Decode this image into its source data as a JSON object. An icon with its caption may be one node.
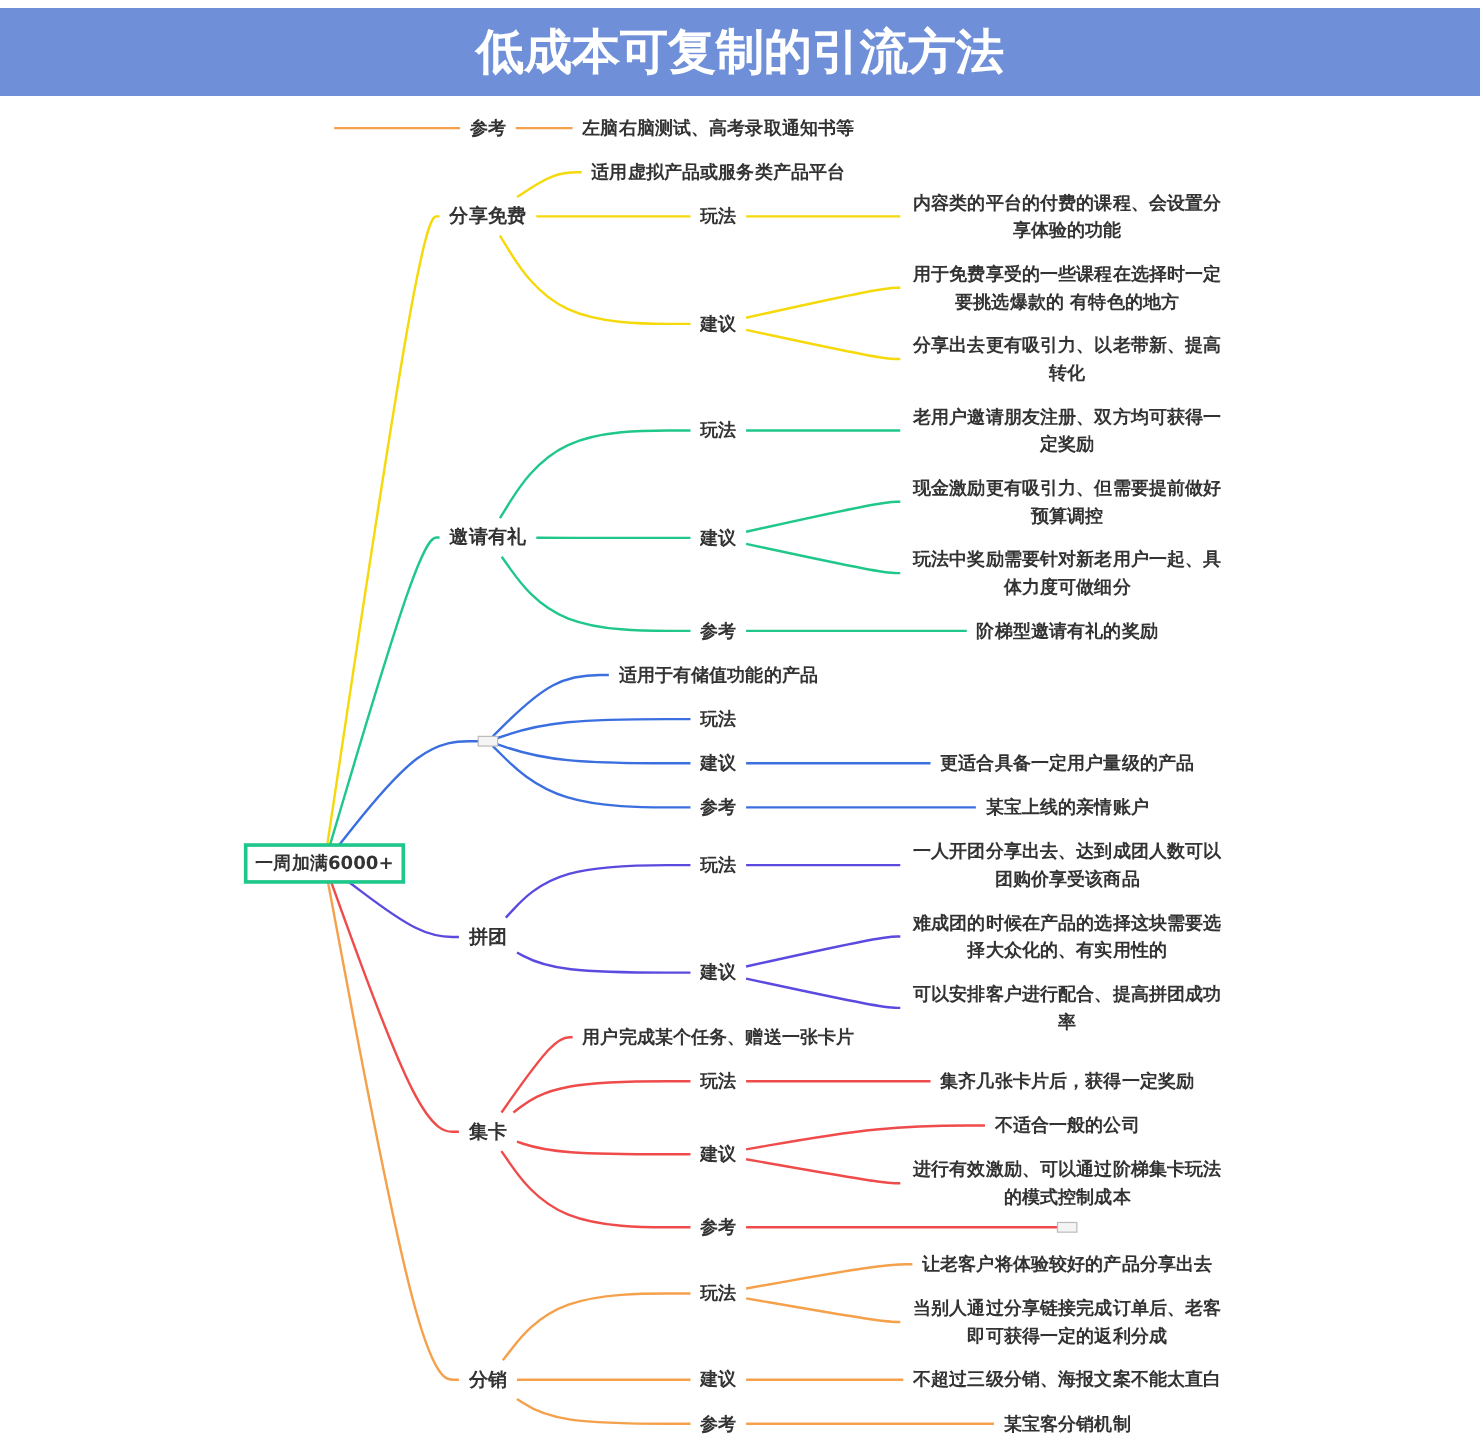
{
  "diagram": {
    "title": "低成本可复制的引流方法",
    "nodes": [
      {
        "text": [
          "一周加满6000+"
        ]
      },
      {
        "text": [
          "参考"
        ]
      },
      {
        "text": [
          "左脑右脑测试、高考录取通知书等"
        ]
      },
      {
        "text": [
          "分享免费"
        ]
      },
      {
        "text": [
          "适用虚拟产品或服务类产品平台"
        ]
      },
      {
        "text": [
          "玩法"
        ]
      },
      {
        "text": [
          "内容类的平台的付费的课程、会设置分享体验的功能"
        ]
      },
      {
        "text": [
          "建议"
        ]
      },
      {
        "text": [
          "用于免费享受的一些课程在选择时一定要挑选爆款的 有特色的地方"
        ]
      },
      {
        "text": [
          "分享出去更有吸引力、以老带新、提高转化"
        ]
      },
      {
        "text": [
          "邀请有礼"
        ]
      },
      {
        "text": [
          "玩法"
        ]
      },
      {
        "text": [
          "老用户邀请朋友注册、双方均可获得一定奖励"
        ]
      },
      {
        "text": [
          "建议"
        ]
      },
      {
        "text": [
          "现金激励更有吸引力、但需要提前做好预算调控"
        ]
      },
      {
        "text": [
          "玩法中奖励需要针对新老用户一起、具体力度可做细分"
        ]
      },
      {
        "text": [
          "参考"
        ]
      },
      {
        "text": [
          "阶梯型邀请有礼的奖励"
        ]
      },
      {
        "text": [],
        "shape": "box"
      },
      {
        "text": [
          "适用于有储值功能的产品"
        ]
      },
      {
        "text": [
          "玩法"
        ]
      },
      {
        "text": [
          "建议"
        ]
      },
      {
        "text": [
          "更适合具备一定用户量级的产品"
        ]
      },
      {
        "text": [
          "参考"
        ]
      },
      {
        "text": [
          "某宝上线的亲情账户"
        ]
      },
      {
        "text": [
          "拼团"
        ]
      },
      {
        "text": [
          "玩法"
        ]
      },
      {
        "text": [
          "一人开团分享出去、达到成团人数可以团购价享受该商品"
        ]
      },
      {
        "text": [
          "建议"
        ]
      },
      {
        "text": [
          "难成团的时候在产品的选择这块需要选择大众化的、有实用性的"
        ]
      },
      {
        "text": [
          "可以安排客户进行配合、提高拼团成功率"
        ]
      },
      {
        "text": [
          "集卡"
        ]
      },
      {
        "text": [
          "用户完成某个任务、赠送一张卡片"
        ]
      },
      {
        "text": [
          "玩法"
        ]
      },
      {
        "text": [
          "集齐几张卡片后，获得一定奖励"
        ]
      },
      {
        "text": [
          "建议"
        ]
      },
      {
        "text": [
          "不适合一般的公司"
        ]
      },
      {
        "text": [
          "进行有效激励、可以通过阶梯集卡玩法的模式控制成本"
        ]
      },
      {
        "text": [
          "参考"
        ]
      },
      {
        "text": [],
        "shape": "box"
      },
      {
        "text": [
          "分销"
        ]
      },
      {
        "text": [
          "玩法"
        ]
      },
      {
        "text": [
          "让老客户将体验较好的产品分享出去"
        ]
      },
      {
        "text": [
          "当别人通过分享链接完成订单后、老客即可获得一定的返利分成"
        ]
      },
      {
        "text": [
          "建议"
        ]
      },
      {
        "text": [
          "不超过三级分销、海报文案不能太直白"
        ]
      },
      {
        "text": [
          "参考"
        ]
      },
      {
        "text": [
          "某宝客分销机制"
        ]
      }
    ],
    "edges": [
      {
        "from": null,
        "to": 1,
        "arrow": "none",
        "color": "#f5a04b"
      },
      {
        "from": 1,
        "to": 2,
        "arrow": "none",
        "color": "#f5a04b"
      },
      {
        "from": 0,
        "to": 3,
        "arrow": "none",
        "color": "#f5d90a"
      },
      {
        "from": 3,
        "to": 4,
        "arrow": "none",
        "color": "#f5d90a"
      },
      {
        "from": 3,
        "to": 5,
        "arrow": "none",
        "color": "#f5d90a"
      },
      {
        "from": 5,
        "to": 6,
        "arrow": "none",
        "color": "#f5d90a"
      },
      {
        "from": 3,
        "to": 7,
        "arrow": "none",
        "color": "#f5d90a"
      },
      {
        "from": 7,
        "to": 8,
        "arrow": "none",
        "color": "#f5d90a"
      },
      {
        "from": 7,
        "to": 9,
        "arrow": "none",
        "color": "#f5d90a"
      },
      {
        "from": 0,
        "to": 10,
        "arrow": "none",
        "color": "#1fc78a"
      },
      {
        "from": 10,
        "to": 11,
        "arrow": "none",
        "color": "#1fc78a"
      },
      {
        "from": 11,
        "to": 12,
        "arrow": "none",
        "color": "#1fc78a"
      },
      {
        "from": 10,
        "to": 13,
        "arrow": "none",
        "color": "#1fc78a"
      },
      {
        "from": 13,
        "to": 14,
        "arrow": "none",
        "color": "#1fc78a"
      },
      {
        "from": 13,
        "to": 15,
        "arrow": "none",
        "color": "#1fc78a"
      },
      {
        "from": 10,
        "to": 16,
        "arrow": "none",
        "color": "#1fc78a"
      },
      {
        "from": 16,
        "to": 17,
        "arrow": "none",
        "color": "#1fc78a"
      },
      {
        "from": 0,
        "to": 18,
        "arrow": "none",
        "color": "#3b6fe0"
      },
      {
        "from": 18,
        "to": 19,
        "arrow": "none",
        "color": "#3b6fe0"
      },
      {
        "from": 18,
        "to": 20,
        "arrow": "none",
        "color": "#3b6fe0"
      },
      {
        "from": 18,
        "to": 21,
        "arrow": "none",
        "color": "#3b6fe0"
      },
      {
        "from": 21,
        "to": 22,
        "arrow": "none",
        "color": "#3b6fe0"
      },
      {
        "from": 18,
        "to": 23,
        "arrow": "none",
        "color": "#3b6fe0"
      },
      {
        "from": 23,
        "to": 24,
        "arrow": "none",
        "color": "#3b6fe0"
      },
      {
        "from": 0,
        "to": 25,
        "arrow": "none",
        "color": "#5b4ae0"
      },
      {
        "from": 25,
        "to": 26,
        "arrow": "none",
        "color": "#5b4ae0"
      },
      {
        "from": 26,
        "to": 27,
        "arrow": "none",
        "color": "#5b4ae0"
      },
      {
        "from": 25,
        "to": 28,
        "arrow": "none",
        "color": "#5b4ae0"
      },
      {
        "from": 28,
        "to": 29,
        "arrow": "none",
        "color": "#5b4ae0"
      },
      {
        "from": 28,
        "to": 30,
        "arrow": "none",
        "color": "#5b4ae0"
      },
      {
        "from": 0,
        "to": 31,
        "arrow": "none",
        "color": "#f04b4b"
      },
      {
        "from": 31,
        "to": 32,
        "arrow": "none",
        "color": "#f04b4b"
      },
      {
        "from": 31,
        "to": 33,
        "arrow": "none",
        "color": "#f04b4b"
      },
      {
        "from": 33,
        "to": 34,
        "arrow": "none",
        "color": "#f04b4b"
      },
      {
        "from": 31,
        "to": 35,
        "arrow": "none",
        "color": "#f04b4b"
      },
      {
        "from": 35,
        "to": 36,
        "arrow": "none",
        "color": "#f04b4b"
      },
      {
        "from": 35,
        "to": 37,
        "arrow": "none",
        "color": "#f04b4b"
      },
      {
        "from": 31,
        "to": 38,
        "arrow": "none",
        "color": "#f04b4b"
      },
      {
        "from": 38,
        "to": 39,
        "arrow": "none",
        "color": "#f04b4b"
      },
      {
        "from": 0,
        "to": 40,
        "arrow": "none",
        "color": "#f5a04b"
      },
      {
        "from": 40,
        "to": 41,
        "arrow": "none",
        "color": "#f5a04b"
      },
      {
        "from": 41,
        "to": 42,
        "arrow": "none",
        "color": "#f5a04b"
      },
      {
        "from": 41,
        "to": 43,
        "arrow": "none",
        "color": "#f5a04b"
      },
      {
        "from": 40,
        "to": 44,
        "arrow": "none",
        "color": "#f5a04b"
      },
      {
        "from": 44,
        "to": 45,
        "arrow": "none",
        "color": "#f5a04b"
      },
      {
        "from": 40,
        "to": 46,
        "arrow": "none",
        "color": "#f5a04b"
      },
      {
        "from": 46,
        "to": 47,
        "arrow": "none",
        "color": "#f5a04b"
      }
    ]
  }
}
